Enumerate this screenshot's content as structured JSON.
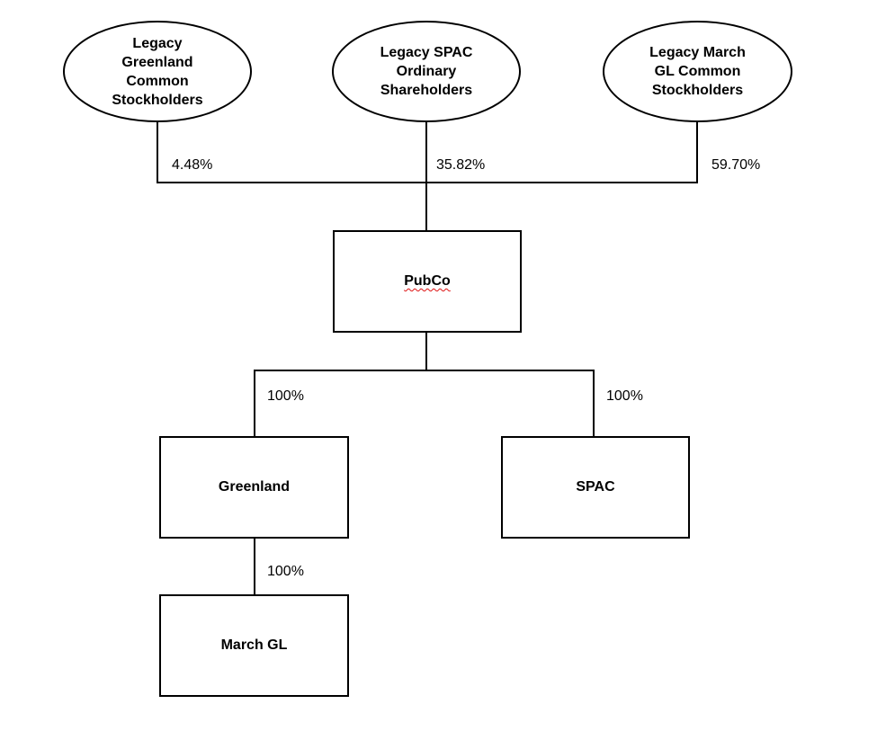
{
  "shareholders": [
    {
      "label": "Legacy\nGreenland\nCommon\nStockholders",
      "percent": "4.48%"
    },
    {
      "label": "Legacy SPAC\nOrdinary\nShareholders",
      "percent": "35.82%"
    },
    {
      "label": "Legacy March\nGL Common\nStockholders",
      "percent": "59.70%"
    }
  ],
  "pubco": {
    "label": "PubCo"
  },
  "subsidiaries": [
    {
      "label": "Greenland",
      "percent": "100%"
    },
    {
      "label": "SPAC",
      "percent": "100%"
    }
  ],
  "sub_subsidiary": {
    "label": "March GL",
    "percent": "100%"
  }
}
